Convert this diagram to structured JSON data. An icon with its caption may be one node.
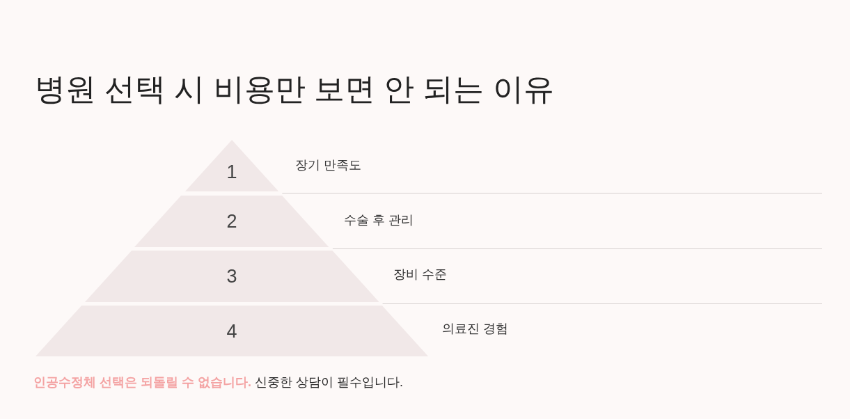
{
  "diagram": {
    "title": "병원 선택 시 비용만 보면 안 되는 이유",
    "nodes": [
      {
        "text": [
          "1"
        ],
        "beside": [
          "장기 만족도"
        ]
      },
      {
        "text": [
          "2"
        ],
        "beside": [
          "수술 후 관리"
        ]
      },
      {
        "text": [
          "3"
        ],
        "beside": [
          "장비 수준"
        ]
      },
      {
        "text": [
          "4"
        ],
        "beside": [
          "의료진 경험"
        ]
      }
    ],
    "caption": "**인공수정체 선택은 되돌릴 수 없습니다.** 신중한 상담이 필수입니다."
  }
}
